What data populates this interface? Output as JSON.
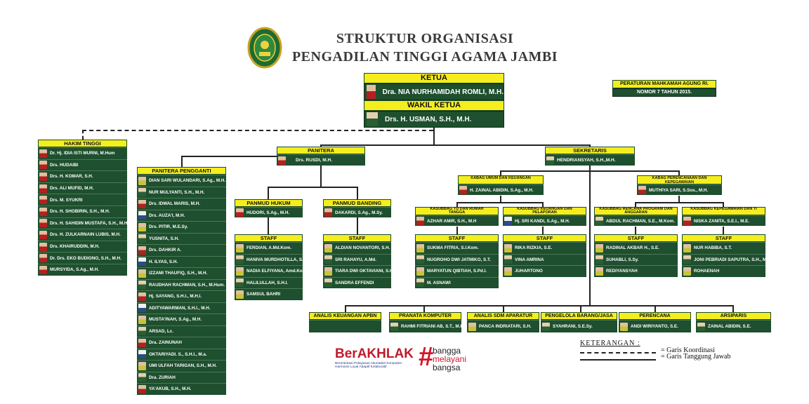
{
  "title_line1": "STRUKTUR ORGANISASI",
  "title_line2": "PENGADILAN TINGGI AGAMA JAMBI",
  "regulation": {
    "line1": "PERATURAN MAHKAMAH AGUNG RI.",
    "line2": "NOMOR 7 TAHUN 2015."
  },
  "ketua": {
    "label": "KETUA",
    "name": "Dra. NIA NURHAMIDAH ROMLI, M.H."
  },
  "wakil": {
    "label": "WAKIL KETUA",
    "name": "Drs. H. USMAN, S.H., M.H."
  },
  "hakim": {
    "label": "HAKIM TINGGI",
    "members": [
      "Dr. Hj. IDIA ISTI MURNI, M.Hum",
      "Drs. HUDAIBI",
      "Drs. H. KOMAR, S.H.",
      "Drs. ALI MUFID, M.H.",
      "Drs. M. SYUKRI",
      "Drs. H. SHOBIRIN, S.H., M.H.",
      "Drs. H. SAHIDIN MUSTAFA, S.H., M.H.",
      "Drs. H. ZULKARNAIN LUBIS, M.H.",
      "Drs. KHAIRUDDIN, M.H.",
      "Dr. Drs. EKO BUDIONO, S.H., M.H.",
      "MURSYIDA, S.Ag., M.H."
    ]
  },
  "panitera": {
    "label": "PANITERA",
    "name": "Drs. RUSDI, M.H."
  },
  "pp": {
    "label": "PANITERA PENGGANTI",
    "members": [
      "DIAN SARI WULANDARI, S.Ag., M.H.",
      "NUR MULYANTI, S.H., M.H.",
      "Drs. IDWAL MARIS, M.H.",
      "Drs. AUZA'I, M.H.",
      "Drs. PITIR, M.E.Sy.",
      "YUSNITA, S.H.",
      "Drs. DAHKIR A.",
      "H. ILYAS, S.H.",
      "IZZAMI THAUFIQ, S.H., M.H.",
      "RAUDHAH RACHMAN, S.H., M.Hum.",
      "Hj. SAYANG, S.H.I., M.H.I.",
      "ADITYAWARMAN, S.H.I., M.H.",
      "MUSTA'INAH, S.Ag., M.H.",
      "ARSAD, Lc.",
      "Dra. ZAINUNAH",
      "OKTARIYADI. S., S.H.I., M.a.",
      "UMI ULFAH TARIGAN, S.H., M.H.",
      "Dra. ZURIAH",
      "YA'AKUB, S.H., M.H."
    ]
  },
  "panmud_hukum": {
    "label": "PANMUD HUKUM",
    "name": "HUDORI, S.Ag., M.H.",
    "staff_label": "STAFF",
    "staff": [
      "FERDIAN, A.Md.Kom.",
      "HANIVA MURDHOTILLA, S.H.",
      "NADIA ELFIYANA, Amd.Kom.",
      "HALILULLAH, S.H.I.",
      "SAMSUL BAHRI"
    ]
  },
  "panmud_banding": {
    "label": "PANMUD BANDING",
    "name": "DAKARDI, S.Ag., M.Sy.",
    "staff_label": "STAFF",
    "staff": [
      "ALDIAN NOVANTORI, S.H.",
      "SRI RAHAYU, A.Md.",
      "TIARA DWI OKTAVIANI, S.H.",
      "SANDRA EFFENDI"
    ]
  },
  "sekretaris": {
    "label": "SEKRETARIS",
    "name": "HENDRIANSYAH, S.H.,M.H."
  },
  "kabag_umum": {
    "label": "KABAG UMUM DAN KEUANGAN",
    "name": "H. ZAINAL ABIDIN, S.Ag., M.H."
  },
  "kabag_ren": {
    "label": "KABAG PERENCANAAN DAN KEPEGAWAIAN",
    "name": "MUTHIYA SARI, S.Sos., M.H."
  },
  "ksb_tu": {
    "label": "KASUBBAG TU DAN RUMAH TANGGA",
    "name": "AZHAR AMIR, S.H., M.H",
    "staff_label": "STAFF",
    "staff": [
      "SUKMA FITRIA, S.I.Kom.",
      "NUGROHO DWI JATMIKO, S.T.",
      "MARYATUN QIBTIAH, S.Pd.I.",
      "M. ASNAWI"
    ]
  },
  "ksb_keu": {
    "label": "KASUBBAG KEUANGAN DAN PELAPORAN",
    "name": "Hj. SRI KANDI, S.Ag., M.H.",
    "staff_label": "STAFF",
    "staff": [
      "RIKA RIZKIA, S.E.",
      "VINA AMRINA",
      "JUHARTONO"
    ]
  },
  "ksb_ren": {
    "label": "KASUBBAG RENCANA PROGRAM DAN ANGGARAN",
    "name": "ABDUL RACHMAN, S.E., M.Kom.",
    "staff_label": "STAFF",
    "staff": [
      "RADINAL AKBAR H., S.E.",
      "SUHABLI, S.Sy.",
      "REDIYANSYAH"
    ]
  },
  "ksb_peg": {
    "label": "KASUBBAG KEPEGAWAIAN DAN TI",
    "name": "NISKA ZANITA, S.E.I., M.E.",
    "staff_label": "STAFF",
    "staff": [
      "NUR HABIBA, S.T.",
      "JONI PEBRIADI SAPUTRA, S.H., M.H.",
      "ROHAENAH"
    ]
  },
  "functional": [
    {
      "label": "ANALIS KEUANGAN APBN",
      "name": ""
    },
    {
      "label": "PRANATA KOMPUTER",
      "name": "RAHMI FITRIANI AB, S.T., M.H."
    },
    {
      "label": "ANALIS SDM APARATUR",
      "name": "PANCA INDRIATARI, S.H."
    },
    {
      "label": "PENGELOLA BARANG/JASA",
      "name": "SYAHRANI, S.E.Sy."
    },
    {
      "label": "PERENCANA",
      "name": "ANDI WIRIYANTO, S.E."
    },
    {
      "label": "ARSIPARIS",
      "name": "ZAINAL ABIDIN, S.E."
    }
  ],
  "berakhlak": {
    "word_a": "Ber",
    "word_b": "AKHLAK",
    "line1": "Berorientasi Pelayanan Akuntabel Kompeten",
    "line2": "Harmonis Loyal Adaptif Kolaboratif"
  },
  "bangga": {
    "hash": "#",
    "line1": "bangga",
    "line2": "melayani",
    "line3": "bangsa"
  },
  "keterangan": {
    "label": "KETERANGAN :",
    "coord": "= Garis Koordinasi",
    "tanggung": "= Garis Tanggung Jawab"
  }
}
